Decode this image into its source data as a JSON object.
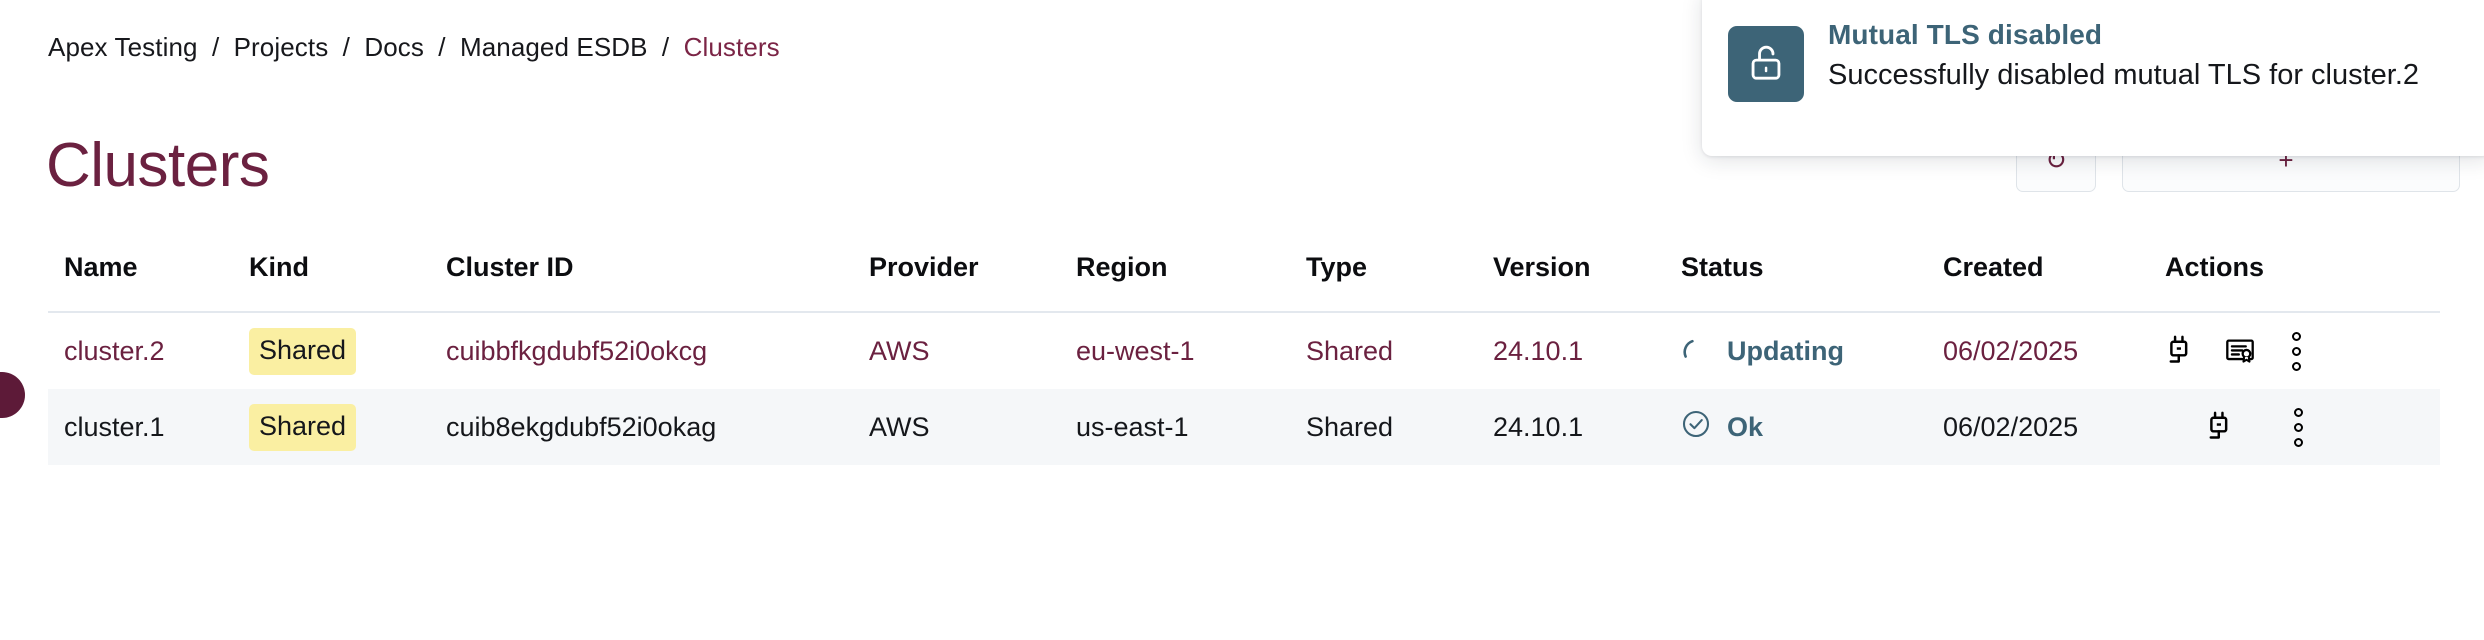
{
  "breadcrumb": {
    "separator": "/",
    "items": [
      {
        "label": "Apex Testing",
        "current": false
      },
      {
        "label": "Projects",
        "current": false
      },
      {
        "label": "Docs",
        "current": false
      },
      {
        "label": "Managed ESDB",
        "current": false
      },
      {
        "label": "Clusters",
        "current": true
      }
    ]
  },
  "page": {
    "title": "Clusters"
  },
  "header_actions": {
    "refresh_glyph": "↻",
    "create_glyph": "+",
    "create_label": ""
  },
  "table": {
    "columns": [
      {
        "key": "name",
        "label": "Name"
      },
      {
        "key": "kind",
        "label": "Kind"
      },
      {
        "key": "id",
        "label": "Cluster ID"
      },
      {
        "key": "provider",
        "label": "Provider"
      },
      {
        "key": "region",
        "label": "Region"
      },
      {
        "key": "type",
        "label": "Type"
      },
      {
        "key": "version",
        "label": "Version"
      },
      {
        "key": "status",
        "label": "Status"
      },
      {
        "key": "created",
        "label": "Created"
      },
      {
        "key": "actions",
        "label": "Actions"
      }
    ],
    "rows": [
      {
        "name": "cluster.2",
        "kind": "Shared",
        "id": "cuibbfkgdubf52i0okcg",
        "provider": "AWS",
        "region": "eu-west-1",
        "type": "Shared",
        "version": "24.10.1",
        "status": "Updating",
        "status_icon": "spinner-icon",
        "created": "06/02/2025",
        "actions": [
          "plug-icon",
          "certificate-icon",
          "kebab-menu-icon"
        ]
      },
      {
        "name": "cluster.1",
        "kind": "Shared",
        "id": "cuib8ekgdubf52i0okag",
        "provider": "AWS",
        "region": "us-east-1",
        "type": "Shared",
        "version": "24.10.1",
        "status": "Ok",
        "status_icon": "check-circle-icon",
        "created": "06/02/2025",
        "actions": [
          "plug-icon",
          "kebab-menu-icon"
        ]
      }
    ]
  },
  "toast": {
    "icon": "unlock-icon",
    "title": "Mutual TLS disabled",
    "message": "Successfully disabled mutual TLS for cluster.2"
  },
  "colors": {
    "accent_maroon": "#6b2140",
    "status_blue": "#3d6477",
    "badge_yellow": "#faefa2",
    "row_stripe": "#f5f7f9",
    "header_rule": "#e3e8ee"
  }
}
